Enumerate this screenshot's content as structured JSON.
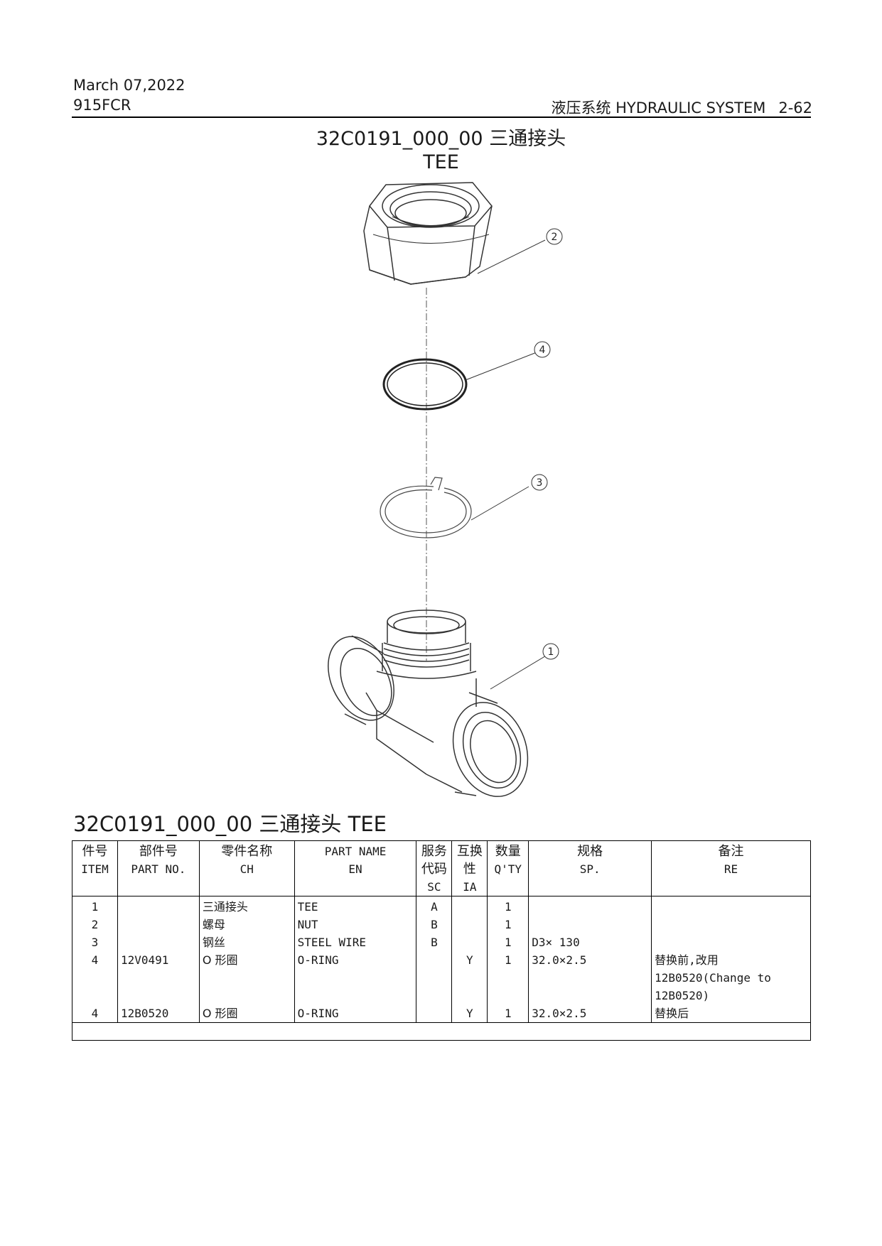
{
  "header": {
    "date": "March 07,2022",
    "model": "915FCR",
    "system": "液压系统  HYDRAULIC SYSTEM",
    "page": "2-62"
  },
  "title": {
    "cn": "32C0191_000_00  三通接头",
    "en": "TEE"
  },
  "callouts": [
    "2",
    "4",
    "3",
    "1"
  ],
  "table_title": "32C0191_000_00  三通接头  TEE",
  "columns": [
    {
      "cn": "件号",
      "en": "ITEM",
      "en2": ""
    },
    {
      "cn": "部件号",
      "en": "PART NO.",
      "en2": ""
    },
    {
      "cn": "零件名称",
      "en": "CH",
      "en2": ""
    },
    {
      "cn": "PART NAME",
      "en": "EN",
      "en2": ""
    },
    {
      "cn": "服务",
      "en": "代码",
      "en2": "SC"
    },
    {
      "cn": "互换",
      "en": "性",
      "en2": "IA"
    },
    {
      "cn": "数量",
      "en": "Q'TY",
      "en2": ""
    },
    {
      "cn": "规格",
      "en": "SP.",
      "en2": ""
    },
    {
      "cn": "备注",
      "en": "RE",
      "en2": ""
    }
  ],
  "rows": [
    {
      "item": "1",
      "part_no": "",
      "ch": "三通接头",
      "en": "TEE",
      "sc": "A",
      "ia": "",
      "qty": "1",
      "sp": "",
      "re": ""
    },
    {
      "item": "2",
      "part_no": "",
      "ch": "螺母",
      "en": "NUT",
      "sc": "B",
      "ia": "",
      "qty": "1",
      "sp": "",
      "re": ""
    },
    {
      "item": "3",
      "part_no": "",
      "ch": "钢丝",
      "en": "STEEL WIRE",
      "sc": "B",
      "ia": "",
      "qty": "1",
      "sp": "D3× 130",
      "re": ""
    },
    {
      "item": "4",
      "part_no": "12V0491",
      "ch": "O 形圈",
      "en": "O-RING",
      "sc": "",
      "ia": "Y",
      "qty": "1",
      "sp": "32.0×2.5",
      "re": "替换前,改用\n12B0520(Change to\n12B0520)"
    },
    {
      "item": "4",
      "part_no": "12B0520",
      "ch": "O 形圈",
      "en": "O-RING",
      "sc": "",
      "ia": "Y",
      "qty": "1",
      "sp": "32.0×2.5",
      "re": "替换后"
    }
  ]
}
